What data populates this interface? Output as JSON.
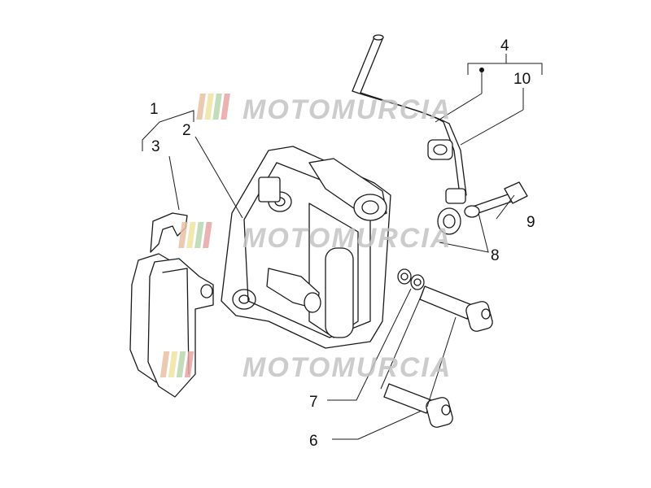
{
  "diagram": {
    "callouts": [
      {
        "id": "1",
        "label": "1"
      },
      {
        "id": "2",
        "label": "2"
      },
      {
        "id": "3",
        "label": "3"
      },
      {
        "id": "4",
        "label": "4"
      },
      {
        "id": "6",
        "label": "6"
      },
      {
        "id": "7",
        "label": "7"
      },
      {
        "id": "8",
        "label": "8"
      },
      {
        "id": "9",
        "label": "9"
      },
      {
        "id": "10",
        "label": "10"
      }
    ],
    "watermark": {
      "text": "MOTOMURCIA",
      "stripe_colors": [
        "#e8c1a4",
        "#f0e3a0",
        "#b9d8b0",
        "#e9a5a5"
      ],
      "text_color": "#c4c4c4"
    }
  }
}
